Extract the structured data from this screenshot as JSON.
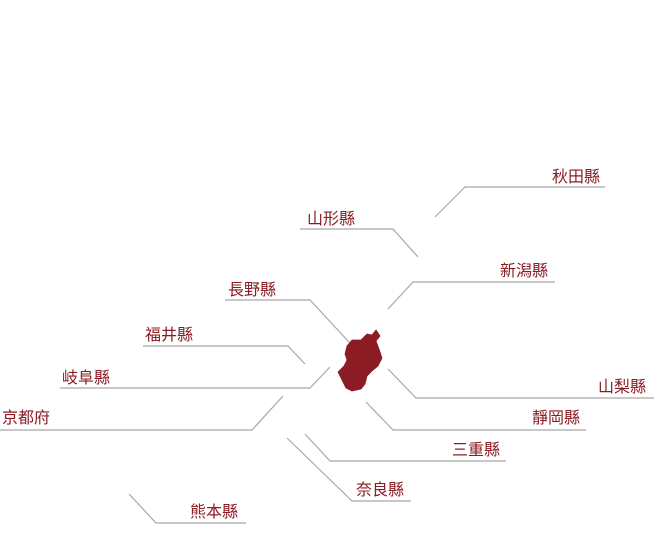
{
  "colors": {
    "accent": "#8b1c24",
    "leader_line": "#a8a8a8",
    "background": "#ffffff"
  },
  "map": {
    "highlighted_region": "長野縣",
    "labels": {
      "akita": "秋田縣",
      "yamagata": "山形縣",
      "niigata": "新潟縣",
      "nagano": "長野縣",
      "fukui": "福井縣",
      "gifu": "岐阜縣",
      "kyoto": "京都府",
      "yamanashi": "山梨縣",
      "shizuoka": "靜岡縣",
      "mie": "三重縣",
      "nara": "奈良縣",
      "kumamoto": "熊本縣"
    }
  }
}
